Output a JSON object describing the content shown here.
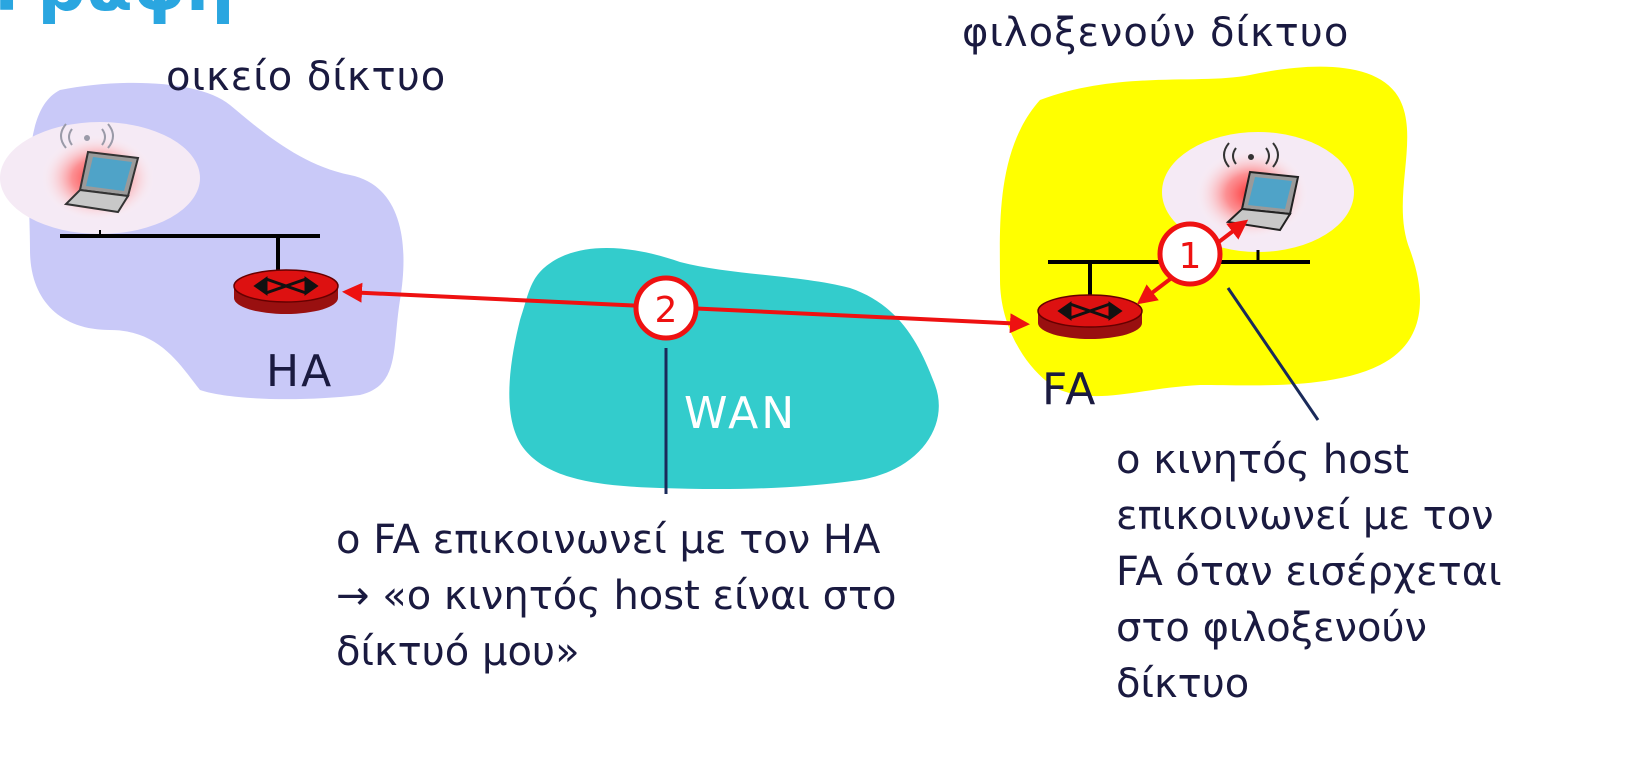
{
  "title_fragment": "Γραφή",
  "home_network": {
    "label": "οικείο δίκτυο",
    "agent": "HA"
  },
  "foreign_network": {
    "label": "φιλοξενούν δίκτυο",
    "agent": "FA"
  },
  "wan": {
    "label": "WAN"
  },
  "steps": [
    {
      "number": "1"
    },
    {
      "number": "2"
    }
  ],
  "captions": {
    "fa_to_ha": [
      "ο FA επικοινωνεί με τον HA",
      "→ «ο κινητός host είναι στο",
      "δίκτυό μου»"
    ],
    "mobile_to_fa": [
      "ο κινητός host",
      "επικοινωνεί με τον",
      "FA όταν εισέρχεται",
      "στο φιλοξενούν",
      "δίκτυο"
    ]
  },
  "colors": {
    "home_cloud": "#c9c9f8",
    "foreign_cloud": "#ffff00",
    "wan_cloud": "#33cccc",
    "arrow": "#ee1111",
    "router": "#dd1111",
    "title": "#2aa6e0",
    "text": "#1a1a40"
  }
}
